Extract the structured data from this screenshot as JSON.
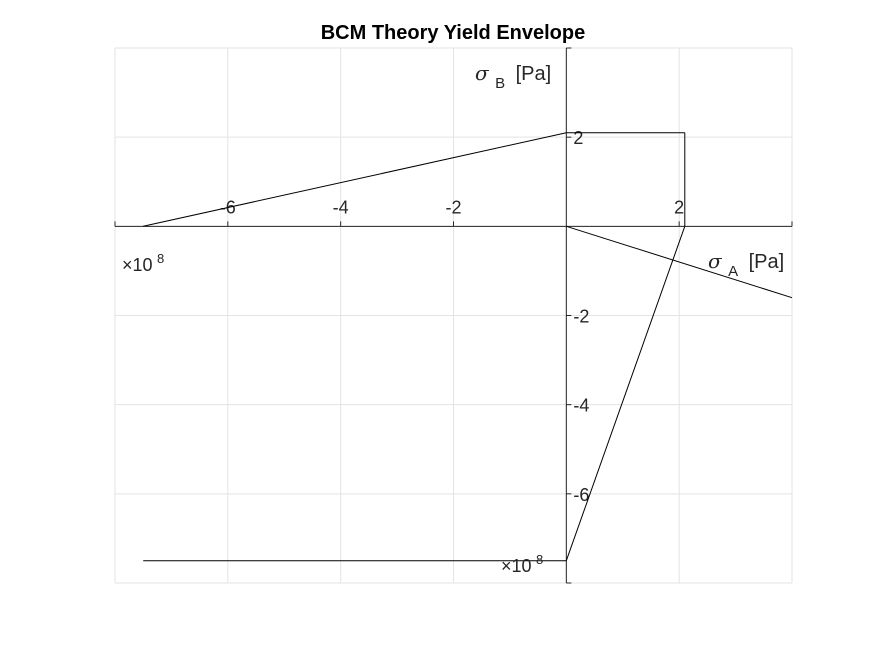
{
  "chart_data": {
    "type": "line",
    "title": "BCM Theory Yield Envelope",
    "xlabel": {
      "symbol": "σ",
      "subscript": "A",
      "unit": "[Pa]"
    },
    "ylabel": {
      "symbol": "σ",
      "subscript": "B",
      "unit": "[Pa]"
    },
    "x_multiplier": {
      "base": "×10",
      "exponent": "8"
    },
    "y_multiplier": {
      "base": "×10",
      "exponent": "8"
    },
    "xlim": [
      -8,
      4
    ],
    "ylim": [
      -8,
      4
    ],
    "x_ticks": [
      -6,
      -4,
      -2,
      2
    ],
    "y_ticks": [
      2,
      -2,
      -4,
      -6
    ],
    "grid": true,
    "axes_through_origin": true,
    "line_color": "#000000",
    "segments": [
      {
        "x": [
          -7.5,
          0
        ],
        "y": [
          -7.5,
          -7.5
        ]
      },
      {
        "x": [
          0,
          2.1
        ],
        "y": [
          -7.5,
          0
        ]
      },
      {
        "x": [
          2.1,
          2.1
        ],
        "y": [
          0,
          2.1
        ]
      },
      {
        "x": [
          2.1,
          0
        ],
        "y": [
          2.1,
          2.1
        ]
      },
      {
        "x": [
          0,
          -7.5
        ],
        "y": [
          2.1,
          0
        ]
      },
      {
        "x": [
          0,
          4
        ],
        "y": [
          0,
          -1.6
        ]
      }
    ]
  }
}
